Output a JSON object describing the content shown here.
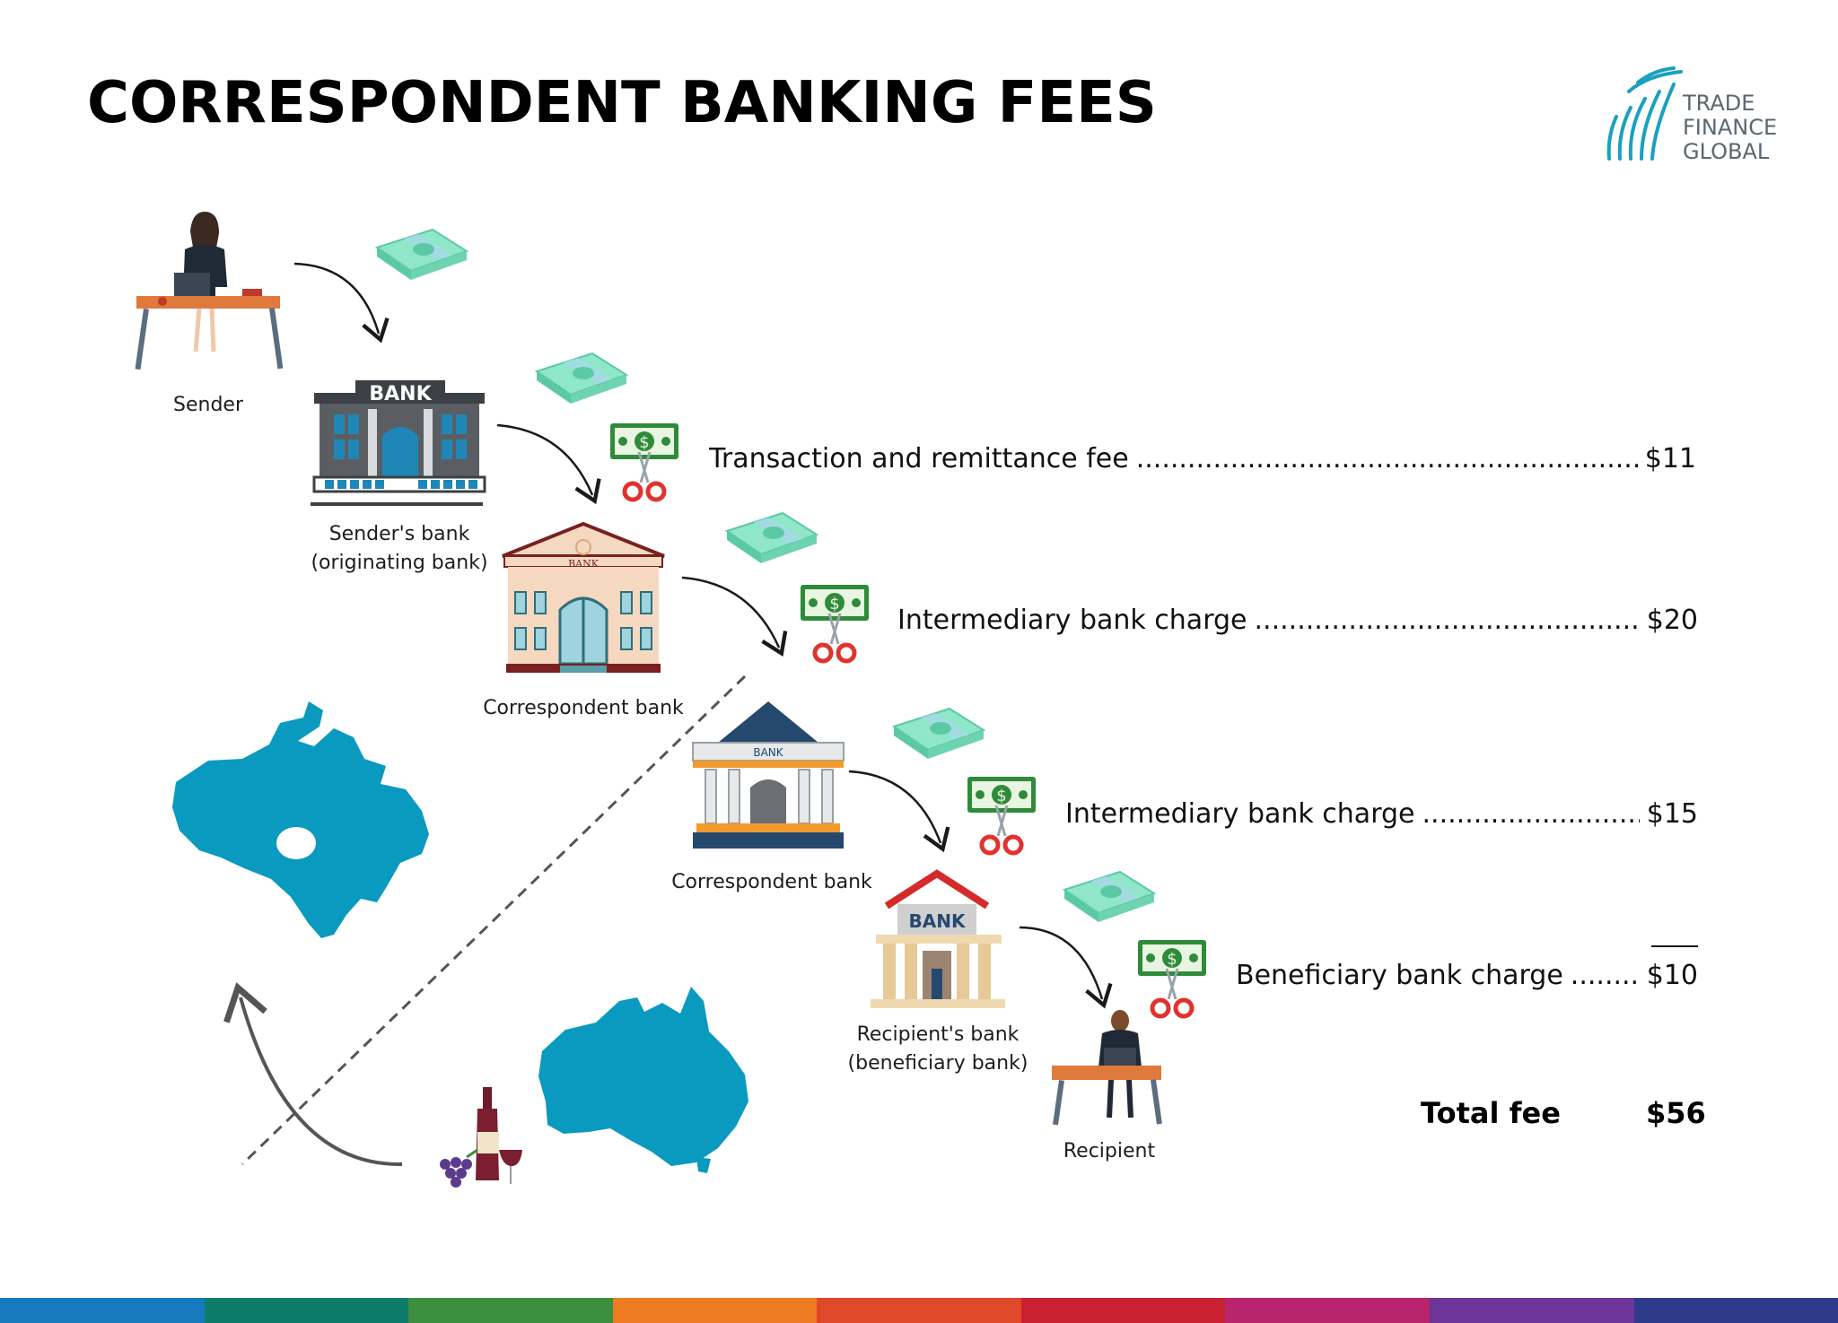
{
  "title": "CORRESPONDENT BANKING FEES",
  "logo": {
    "line1": "TRADE",
    "line2": "FINANCE",
    "line3": "GLOBAL",
    "color": "#1aa0c0"
  },
  "nodes": {
    "sender": "Sender",
    "senders_bank_1": "Sender's bank",
    "senders_bank_2": "(originating bank)",
    "correspondent_1": "Correspondent bank",
    "correspondent_2": "Correspondent bank",
    "recipients_bank_1": "Recipient's bank",
    "recipients_bank_2": "(beneficiary bank)",
    "recipient": "Recipient"
  },
  "bank_signs": {
    "senders": "BANK",
    "correspondent_1": "BANK",
    "correspondent_2": "BANK",
    "recipients": "BANK"
  },
  "fees": [
    {
      "label": "Transaction and remittance fee",
      "amount": "$11"
    },
    {
      "label": "Intermediary bank charge",
      "amount": "$20"
    },
    {
      "label": "Intermediary bank charge",
      "amount": "$15"
    },
    {
      "label": "Beneficiary bank charge",
      "amount": "$10"
    }
  ],
  "total": {
    "label": "Total fee",
    "amount": "$56"
  },
  "colors": {
    "map": "#0a9abf",
    "money": "#7fe0c0",
    "bill": "#2e8b3a",
    "scissors": "#e0332e",
    "arrow": "#1a1a1a",
    "bottom_bar": [
      "#1479bd",
      "#0d7a6a",
      "#3c8f3e",
      "#ee7b22",
      "#e0482a",
      "#c8202f",
      "#b8246e",
      "#6c3597",
      "#2e3a8c"
    ]
  }
}
